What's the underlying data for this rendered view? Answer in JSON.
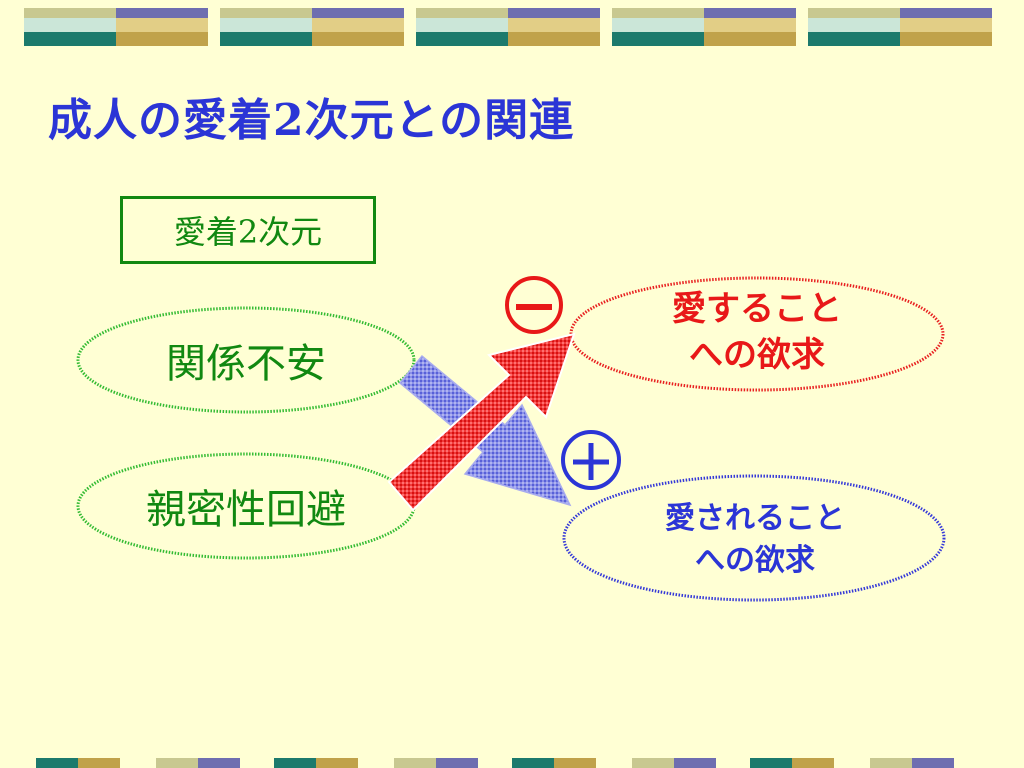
{
  "slide": {
    "title": "成人の愛着2次元との関連",
    "dimension_box": "愛着2次元",
    "nodes": {
      "anxiety": "関係不安",
      "avoidance": "親密性回避",
      "desire_to_love_line1": "愛すること",
      "desire_to_love_line2": "への欲求",
      "desire_to_be_loved_line1": "愛されること",
      "desire_to_be_loved_line2": "への欲求"
    },
    "signs": {
      "negative": "minus-sign",
      "positive": "plus-sign"
    }
  },
  "colors": {
    "background": "#FFFFD4",
    "title": "#2B35D6",
    "green": "#118811",
    "red": "#E81818",
    "blue": "#2B35D6",
    "blue_arrow": "#7F86E6"
  }
}
